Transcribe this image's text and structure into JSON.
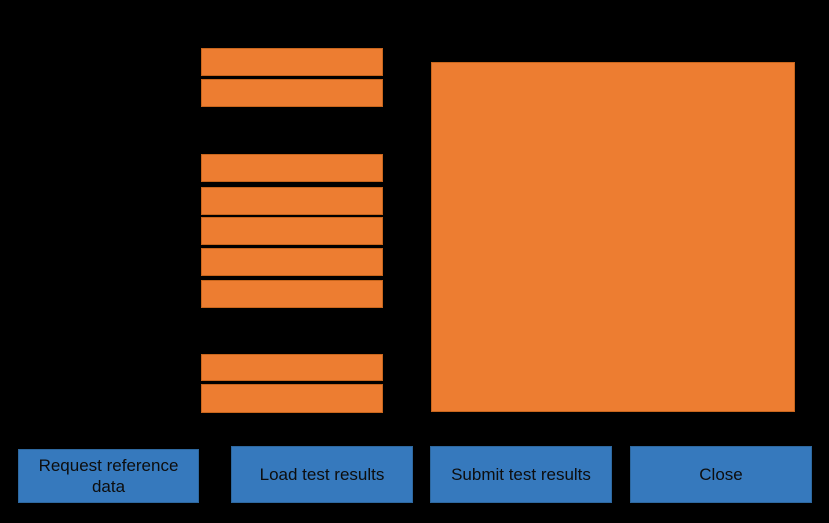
{
  "window": {
    "background_color": "#000000"
  },
  "colors": {
    "field_fill": "#ED7D31",
    "field_border": "#C8661D",
    "button_fill": "#3679BD",
    "button_border": "#2E689F",
    "button_text": "#0D0D0D"
  },
  "form": {
    "field_groups": [
      {
        "fields": [
          "",
          ""
        ]
      },
      {
        "fields": [
          "",
          "",
          "",
          "",
          ""
        ]
      },
      {
        "fields": [
          "",
          ""
        ]
      }
    ],
    "output_area": {
      "value": ""
    }
  },
  "buttons": [
    {
      "label": "Request reference data"
    },
    {
      "label": "Load test results"
    },
    {
      "label": "Submit test results"
    },
    {
      "label": "Close"
    }
  ]
}
